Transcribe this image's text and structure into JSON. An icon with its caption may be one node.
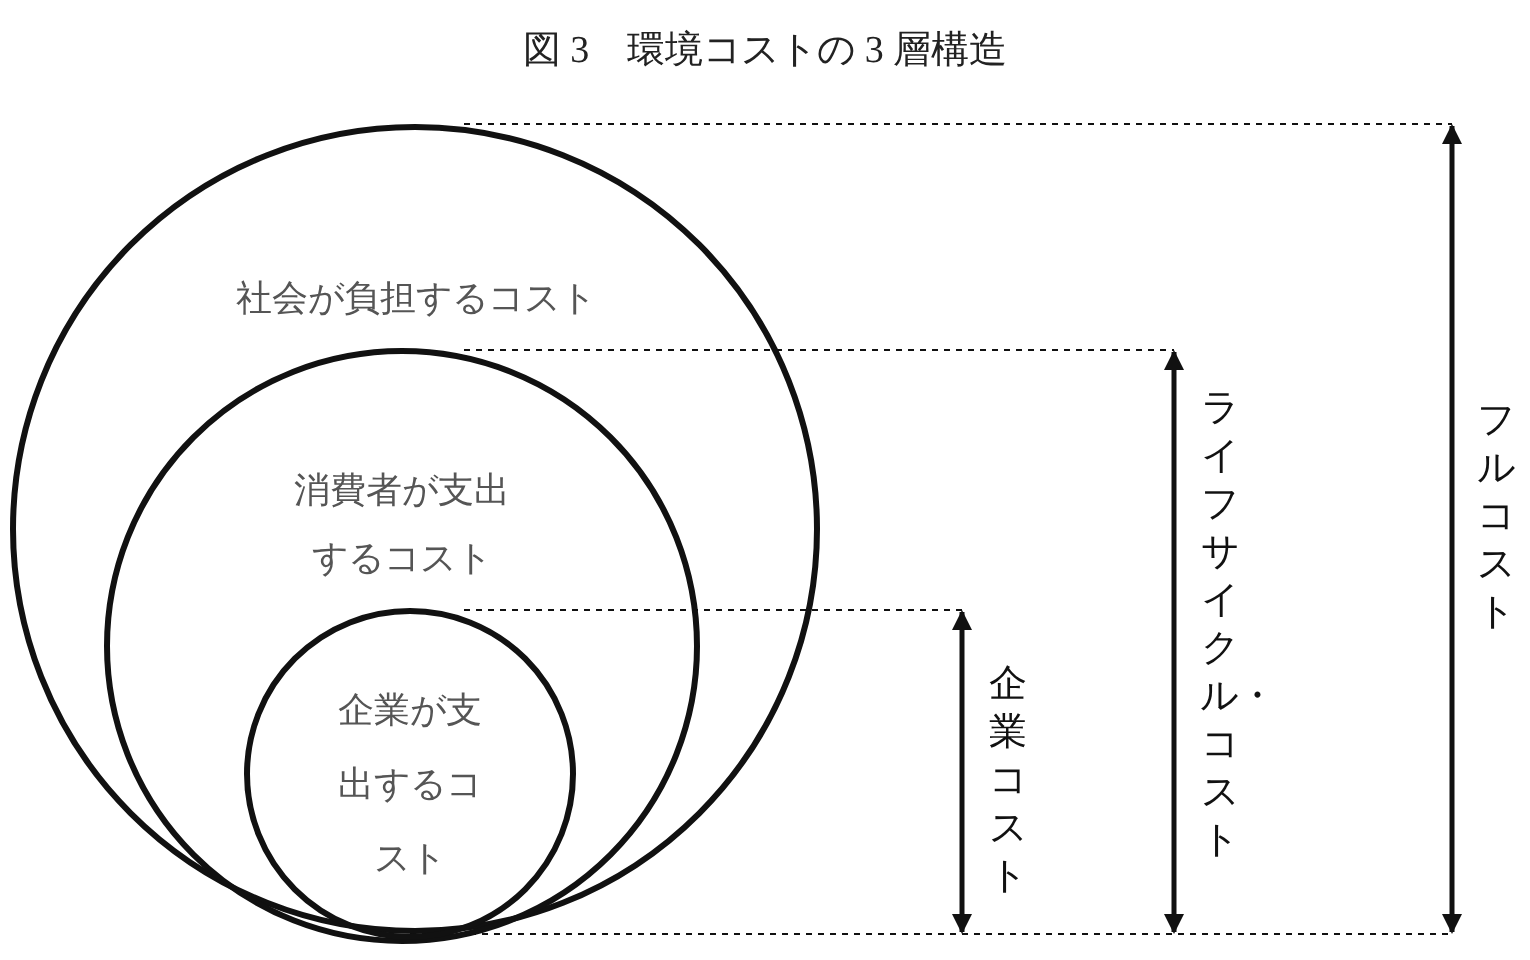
{
  "diagram": {
    "title": "図 3　環境コストの 3 層構造",
    "nodes": [
      {
        "text": [
          "社会が負担するコスト"
        ]
      },
      {
        "text": [
          "消費者が支出するコスト"
        ],
        "in": 0
      },
      {
        "text": [
          "企業が支出するコスト"
        ],
        "in": 1
      }
    ],
    "labels": [
      "企業コスト",
      "ライフサイクル・コスト",
      "フルコスト"
    ]
  }
}
